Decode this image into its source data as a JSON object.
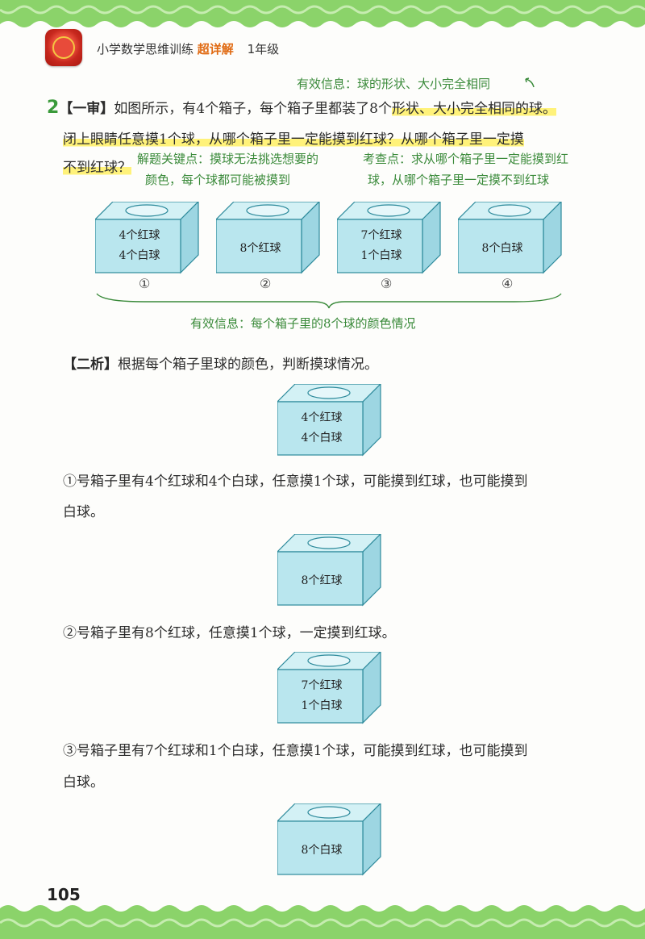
{
  "header": {
    "book_title": "小学数学思维训练",
    "book_highlight": "超详解",
    "grade": "1年级"
  },
  "question": {
    "number": "2",
    "step1_tag": "【一审】",
    "line1_plain": "如图所示，有4个箱子，每个箱子里都装了8个",
    "line1_highlight": "形状、大小完全相同的球。",
    "line2": "闭上眼睛任意摸1个球，从哪个箱子里一定能摸到红球？从哪个箱子里一定摸",
    "line3": "不到红球？",
    "note_top": "有效信息：球的形状、大小完全相同",
    "note_key_1": "解题关键点：摸球无法挑选想要的",
    "note_key_2": "颜色，每个球都可能被摸到",
    "note_exam_1": "考查点：求从哪个箱子里一定能摸到红",
    "note_exam_2": "球，从哪个箱子里一定摸不到红球",
    "note_info": "有效信息：每个箱子里的8个球的颜色情况"
  },
  "boxes": [
    {
      "line1": "4个红球",
      "line2": "4个白球",
      "label": "①"
    },
    {
      "line1": "8个红球",
      "line2": "",
      "label": "②"
    },
    {
      "line1": "7个红球",
      "line2": "1个白球",
      "label": "③"
    },
    {
      "line1": "8个白球",
      "line2": "",
      "label": "④"
    }
  ],
  "analysis": {
    "step2_tag": "【二析】",
    "intro": "根据每个箱子里球的颜色，判断摸球情况。",
    "p1_line1": "①号箱子里有4个红球和4个白球，任意摸1个球，可能摸到红球，也可能摸到",
    "p1_line2": "白球。",
    "p2": "②号箱子里有8个红球，任意摸1个球，一定摸到红球。",
    "p3_line1": "③号箱子里有7个红球和1个白球，任意摸1个球，可能摸到红球，也可能摸到",
    "p3_line2": "白球。"
  },
  "page_number": "105",
  "colors": {
    "band_green": "#8bd36a",
    "box_face": "#b9e6ee",
    "box_top": "#d3f1f5",
    "note_green": "#3a8a3a",
    "highlight": "#fff27a"
  }
}
